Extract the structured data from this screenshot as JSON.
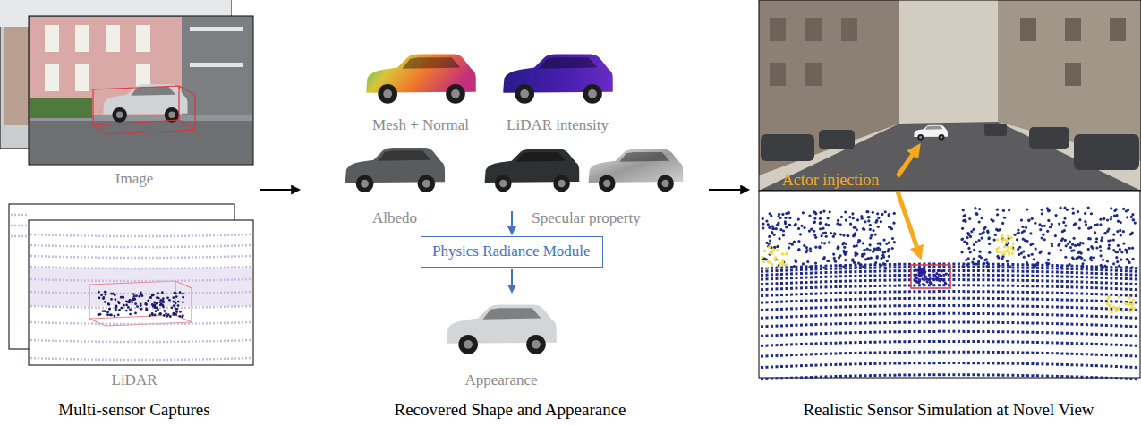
{
  "diagram": {
    "nodes": [
      {
        "text": [
          "Physics Radiance Module"
        ]
      }
    ],
    "labels": [
      "Image",
      "LiDAR",
      "Multi-sensor Captures",
      "Mesh + Normal",
      "LiDAR intensity",
      "Albedo",
      "Specular property",
      "Appearance",
      "Recovered Shape and Appearance",
      "Actor injection",
      "Realistic Sensor Simulation at Novel View"
    ]
  }
}
